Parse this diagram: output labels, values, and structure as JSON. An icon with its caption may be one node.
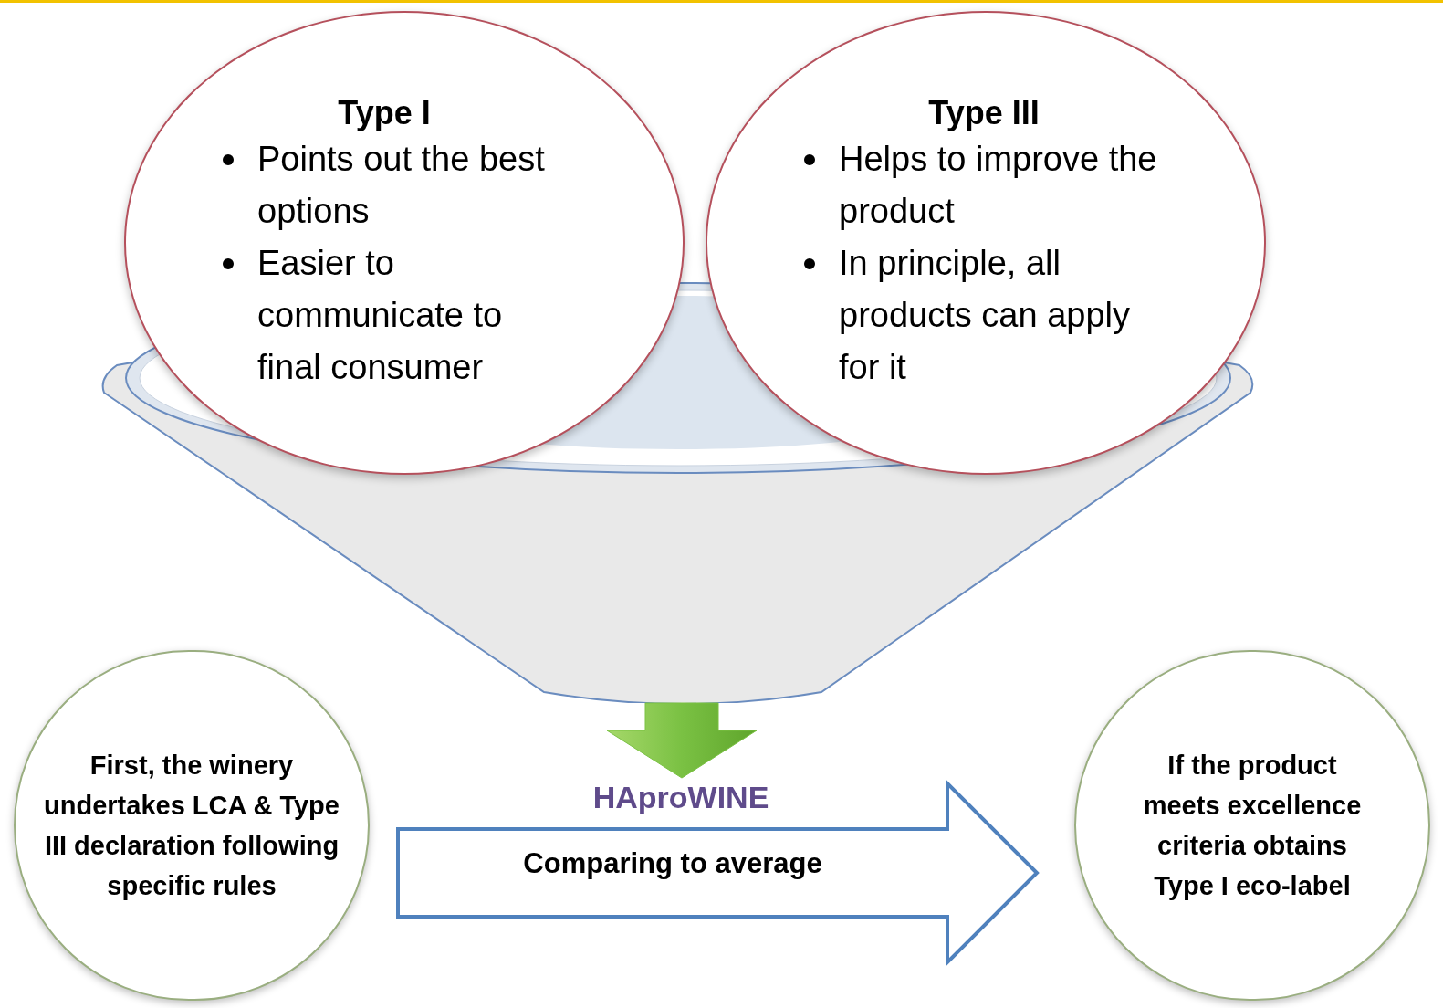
{
  "diagram": {
    "nodes": [
      {
        "text": [
          "Type I",
          "Points out the best options",
          "Easier to communicate to final consumer"
        ]
      },
      {
        "text": [
          "Type III",
          "Helps to improve the product",
          "In principle, all products can apply for it"
        ]
      },
      {
        "text": [],
        "shape": "funnel"
      },
      {
        "text": [
          "HAproWINE"
        ]
      },
      {
        "text": [
          "First, the winery undertakes LCA & Type III declaration following specific rules"
        ]
      },
      {
        "text": [
          "If the product meets excellence criteria obtains Type I eco-label"
        ]
      }
    ],
    "edges": [
      {
        "from": 2,
        "to": 3,
        "arrow": "to",
        "style": "thick",
        "color": "#7ac143"
      },
      {
        "from": 4,
        "to": 5,
        "arrow": "to",
        "label": "Comparing to average",
        "style": "thick",
        "color": "#4f81bd"
      }
    ]
  }
}
